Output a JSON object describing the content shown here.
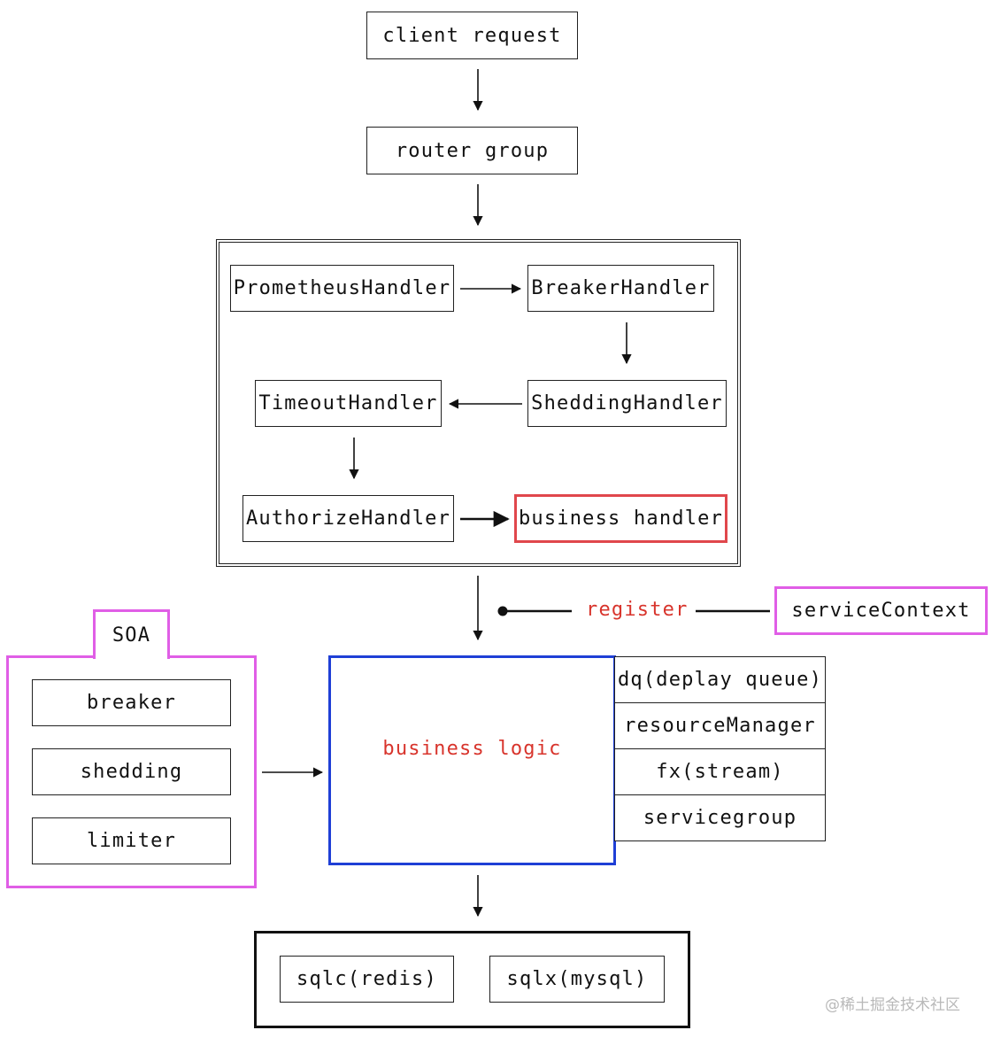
{
  "colors": {
    "ink": "#222222",
    "highlight_red": "#e0474c",
    "soa_magenta": "#e05ee6",
    "logic_blue": "#1f3fd6",
    "label_red": "#d8342c"
  },
  "top_flow": {
    "client_request": "client request",
    "router_group": "router group"
  },
  "middleware_chain": {
    "prometheus": "PrometheusHandler",
    "breaker": "BreakerHandler",
    "shedding": "SheddingHandler",
    "timeout": "TimeoutHandler",
    "authorize": "AuthorizeHandler",
    "business_handler": "business handler"
  },
  "register": {
    "label": "register",
    "service_context": "serviceContext"
  },
  "soa": {
    "tab": "SOA",
    "items": [
      "breaker",
      "shedding",
      "limiter"
    ]
  },
  "business_logic": {
    "label": "business logic",
    "components": [
      "dq(deplay queue)",
      "resourceManager",
      "fx(stream)",
      "servicegroup"
    ]
  },
  "storage": {
    "items": [
      "sqlc(redis)",
      "sqlx(mysql)"
    ]
  },
  "watermark": "@稀土掘金技术社区"
}
